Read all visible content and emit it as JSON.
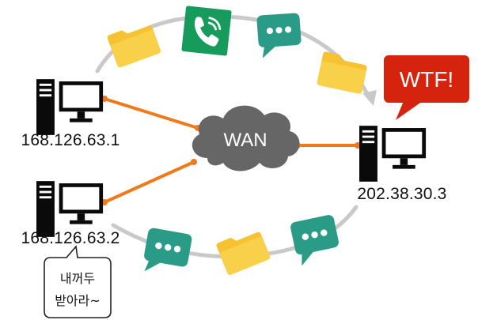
{
  "network": {
    "cloud_label": "WAN",
    "hosts": [
      {
        "id": "host-1",
        "ip": "168.126.63.1"
      },
      {
        "id": "host-2",
        "ip": "168.126.63.2"
      },
      {
        "id": "host-3",
        "ip": "202.38.30.3"
      }
    ],
    "links_color": "#f07a1a"
  },
  "callouts": {
    "alert": "WTF!",
    "speech_line1": "내꺼두",
    "speech_line2": "받아라~"
  },
  "icons": {
    "computer": "computer-icon",
    "folder": "folder-icon",
    "phone": "phone-icon",
    "chat": "chat-icon"
  },
  "colors": {
    "flow_path": "#c9c9c9",
    "folder": "#f6c232",
    "chat": "#2a9b86",
    "phone": "#179b5c",
    "alert_bubble": "#d5230e",
    "cloud": "#666666"
  }
}
